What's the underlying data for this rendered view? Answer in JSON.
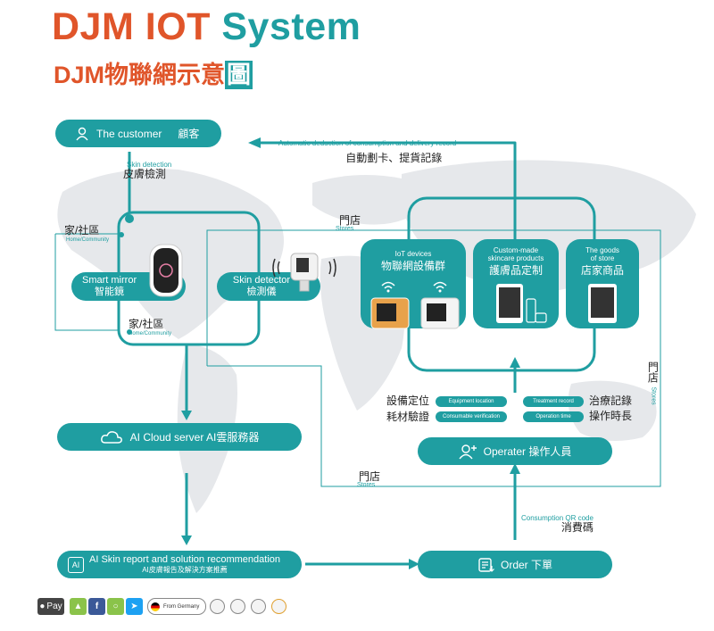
{
  "title": {
    "part1": "DJM",
    "part2": "IOT",
    "part3": "System",
    "cn_main": "DJM物聯網示意",
    "cn_last": "圖"
  },
  "colors": {
    "teal": "#1f9ea1",
    "orange": "#e0552a"
  },
  "customer": {
    "label": "The customer",
    "cn": "顧客",
    "icon": "user-icon"
  },
  "skin_detection": {
    "en": "Skin detection",
    "cn": "皮膚檢測"
  },
  "auto_deduct": {
    "en": "Automatic deduction of consumption and delivery record",
    "cn": "自動劃卡、提貨記錄"
  },
  "home_top": {
    "cn": "家/社區",
    "en": "Home/Community"
  },
  "home_bottom": {
    "cn": "家/社區",
    "en": "Home/Community"
  },
  "smart_mirror": {
    "en": "Smart mirror",
    "cn": "智能鏡"
  },
  "skin_detector": {
    "en": "Skin detector",
    "cn": "檢測儀"
  },
  "stores_top": {
    "cn": "門店",
    "en": "Stores"
  },
  "stores_right": {
    "cn": "門店",
    "en": "Stores"
  },
  "stores_bottom": {
    "cn": "門店",
    "en": "Stores"
  },
  "iot_devices": {
    "en": "IoT devices",
    "cn": "物聯網設備群"
  },
  "custom_made": {
    "en1": "Custom-made",
    "en2": "skincare products",
    "cn": "護膚品定制"
  },
  "goods": {
    "en1": "The goods",
    "en2": "of store",
    "cn": "店家商品"
  },
  "equipment": {
    "cn": "設備定位",
    "en": "Equipment location"
  },
  "consumable": {
    "cn": "耗材驗證",
    "en": "Consumable verification"
  },
  "treatment": {
    "en": "Treatment record",
    "cn": "治療記錄"
  },
  "operation": {
    "en": "Operation time",
    "cn": "操作時長"
  },
  "cloud": {
    "label": "AI Cloud server AI雲服務器",
    "icon": "cloud-icon"
  },
  "operater": {
    "label": "Operater   操作人員",
    "icon": "add-user-icon"
  },
  "report": {
    "en": "AI Skin report and solution recommendation",
    "cn": "AI皮膚報告及解決方案推薦",
    "icon_text": "AI"
  },
  "order": {
    "label": "Order    下單",
    "icon": "order-icon"
  },
  "qr": {
    "en": "Consumption QR code",
    "cn": "消費碼"
  },
  "footer": {
    "apple_pay": "Pay",
    "from_germany": "From Germany"
  }
}
